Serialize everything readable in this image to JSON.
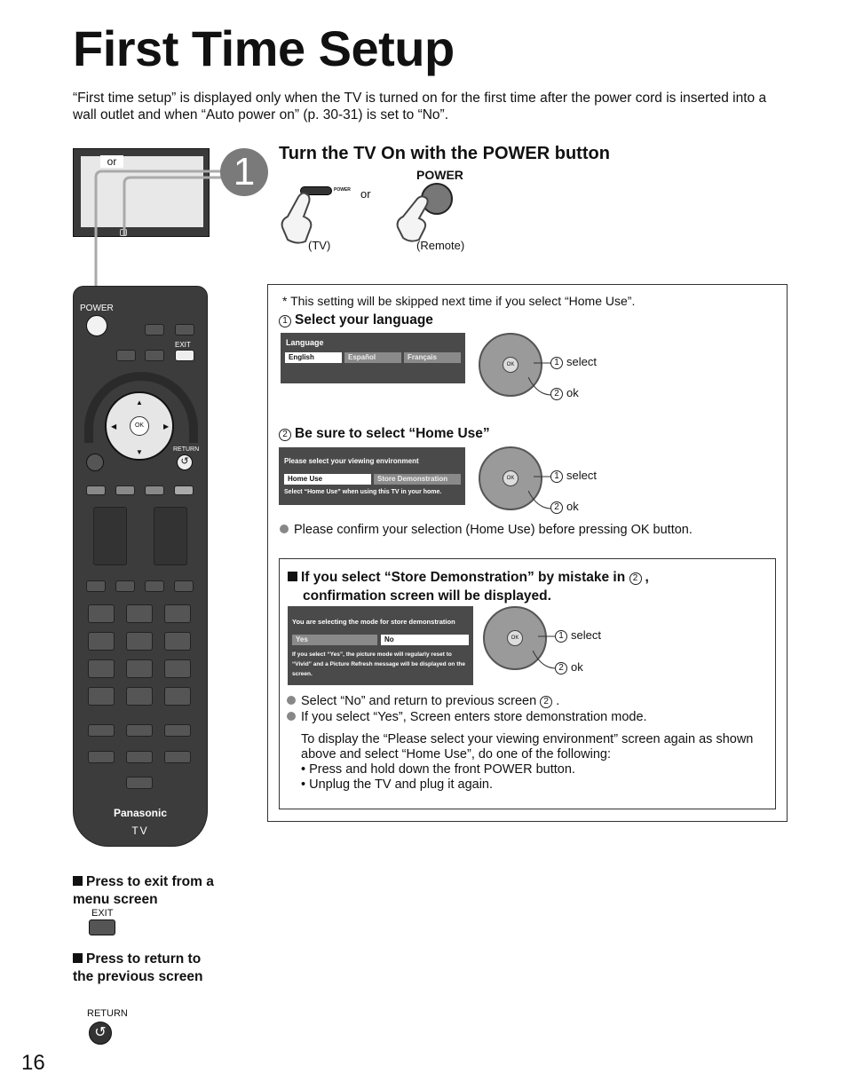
{
  "page": {
    "title": "First Time Setup",
    "intro": "“First time setup” is displayed only when the TV is turned on for the first time after the power cord is inserted into a wall outlet and when “Auto power on” (p. 30-31) is set to “No”.",
    "page_number": "16"
  },
  "tv_illustration": {
    "or_label": "or"
  },
  "step1": {
    "number": "1",
    "title": "Turn the TV On with the POWER button",
    "remote_power_label": "POWER",
    "tv_button_text": "POWER",
    "or_label": "or",
    "tv_caption": "(TV)",
    "remote_caption": "(Remote)"
  },
  "setting_note": "* This setting will be skipped next time if you select “Home Use”.",
  "language": {
    "heading_num": "1",
    "heading": "Select your language",
    "screen_title": "Language",
    "options": [
      "English",
      "Español",
      "Français"
    ],
    "select_label": "select",
    "ok_label": "ok"
  },
  "home_use": {
    "heading_num": "2",
    "heading": "Be sure to select “Home Use”",
    "screen_title": "Please select your viewing environment",
    "options": [
      "Home Use",
      "Store Demonstration"
    ],
    "screen_note": "Select “Home Use” when using this TV in your home.",
    "select_label": "select",
    "ok_label": "ok",
    "confirm_note": "Please confirm your selection (Home Use) before pressing OK button."
  },
  "store_demo": {
    "heading_line1": "If you select “Store Demonstration” by mistake in",
    "heading_circ": "2",
    "heading_line2": "confirmation screen will be displayed.",
    "screen_title": "You are selecting the mode for store demonstration",
    "options": [
      "Yes",
      "No"
    ],
    "screen_note": "If you select “Yes”, the picture mode will regularly reset to “Vivid” and a Picture Refresh message will be displayed on the screen.",
    "select_label": "select",
    "ok_label": "ok",
    "bullet1": "Select “No” and return to previous screen",
    "bullet1_circ": "2",
    "bullet2": "If you select “Yes”, Screen enters store demonstration mode.",
    "para": "To display the “Please select your viewing environment” screen again as shown above and select “Home Use”, do one of the following:",
    "item1": "• Press and hold down the front POWER button.",
    "item2": "• Unplug the TV and plug it again."
  },
  "remote": {
    "power_label": "POWER",
    "exit_label": "EXIT",
    "return_label": "RETURN",
    "ok_label": "OK",
    "brand": "Panasonic",
    "tv_label": "TV"
  },
  "side_notes": {
    "exit_heading": "Press to exit from a menu screen",
    "exit_label": "EXIT",
    "return_heading": "Press to return to the previous screen",
    "return_label": "RETURN"
  }
}
